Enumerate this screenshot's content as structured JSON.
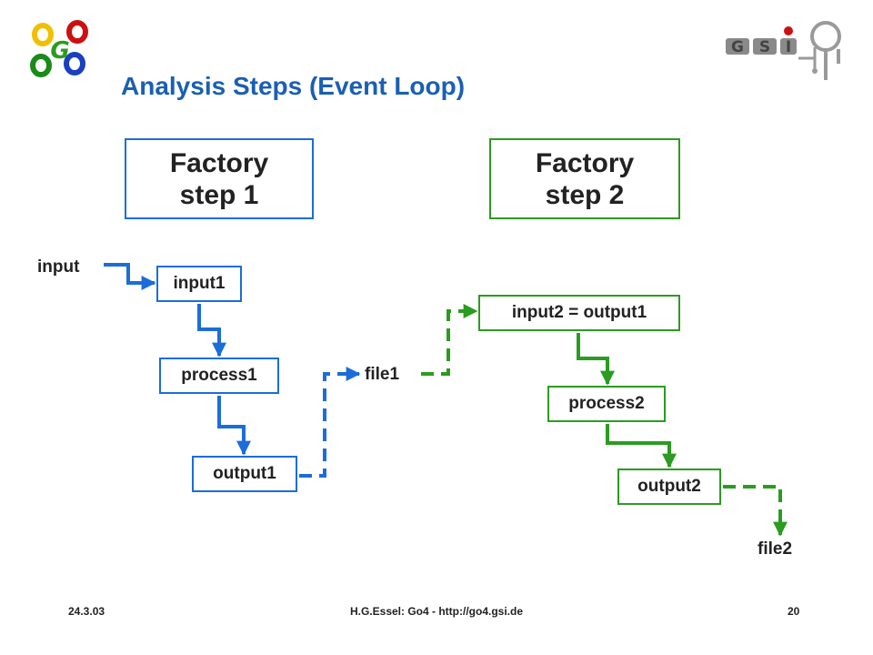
{
  "title": "Analysis Steps (Event Loop)",
  "logos": {
    "left": "Go4",
    "right": "GSI"
  },
  "factories": [
    {
      "line1": "Factory",
      "line2": "step 1",
      "color": "#1c6dd8"
    },
    {
      "line1": "Factory",
      "line2": "step 2",
      "color": "#2a9c20"
    }
  ],
  "nodes": {
    "input": "input",
    "input1": "input1",
    "process1": "process1",
    "output1": "output1",
    "file1": "file1",
    "input2": "input2 = output1",
    "process2": "process2",
    "output2": "output2",
    "file2": "file2"
  },
  "colors": {
    "step1": "#1c6dd8",
    "step2": "#2a9c20",
    "title": "#1a5fb4"
  },
  "footer": {
    "date": "24.3.03",
    "center": "H.G.Essel: Go4 - http://go4.gsi.de",
    "page": "20"
  }
}
